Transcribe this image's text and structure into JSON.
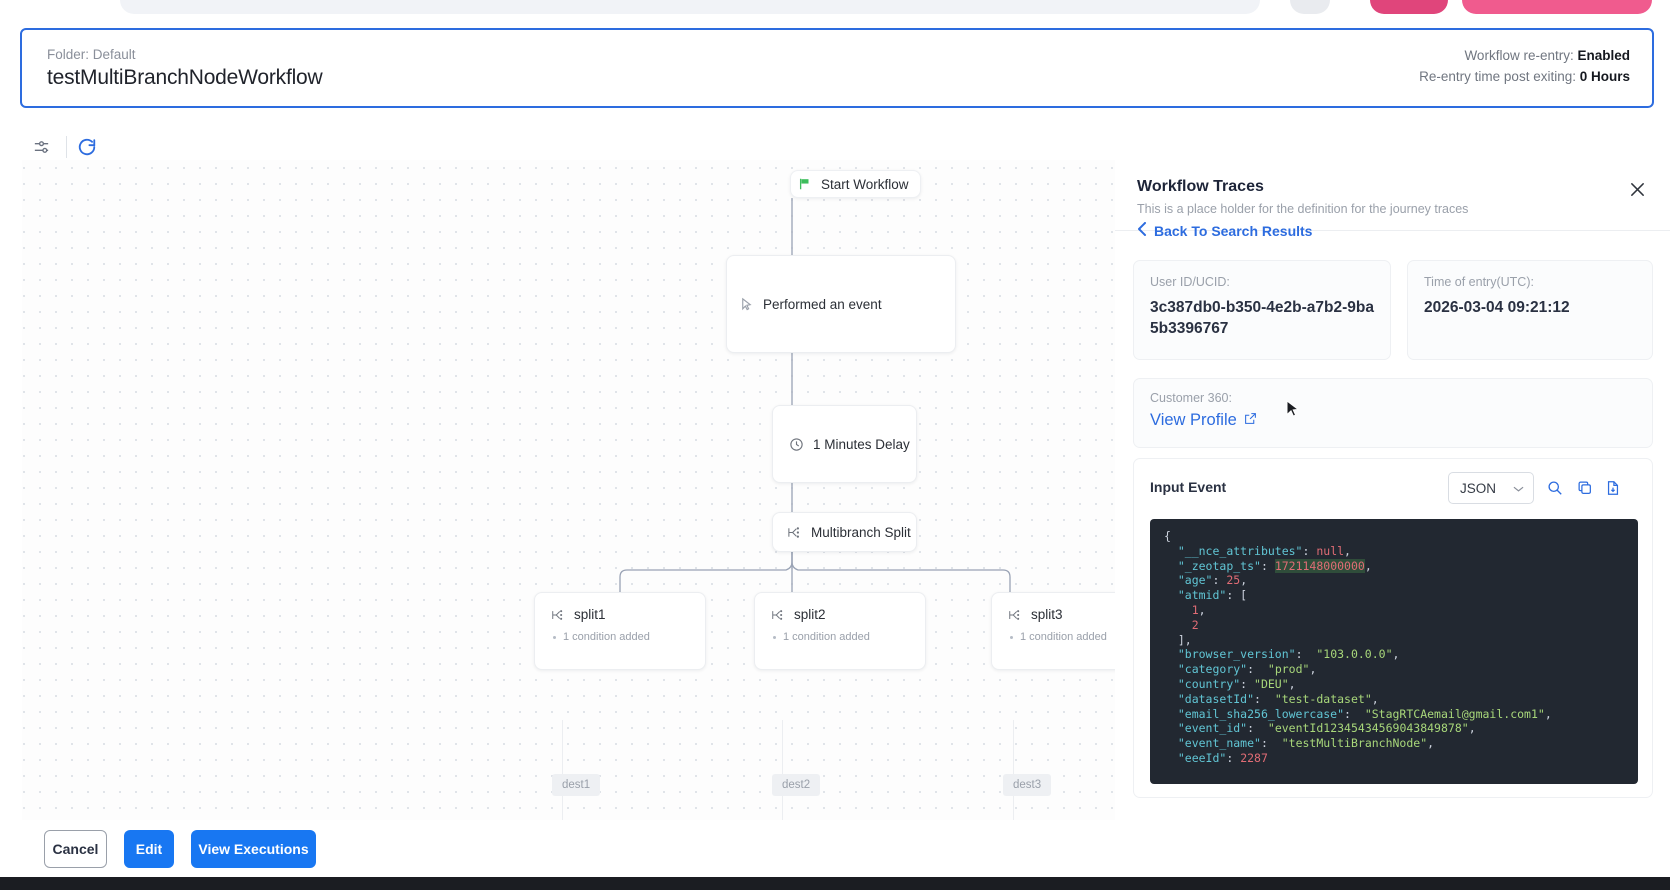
{
  "header": {
    "folder_label": "Folder: Default",
    "workflow_name": "testMultiBranchNodeWorkflow",
    "reentry_label": "Workflow re-entry:",
    "reentry_value": "Enabled",
    "reentry_time_label": "Re-entry time post exiting:",
    "reentry_time_value": "0 Hours"
  },
  "canvas": {
    "nodes": {
      "start": "Start Workflow",
      "event": "Performed an event",
      "delay": "1 Minutes Delay",
      "split": "Multibranch Split",
      "branches": [
        {
          "label": "split1",
          "condition": "1 condition added",
          "dest": "dest1"
        },
        {
          "label": "split2",
          "condition": "1 condition added",
          "dest": "dest2"
        },
        {
          "label": "split3",
          "condition": "1 condition added",
          "dest": "dest3"
        }
      ]
    }
  },
  "panel": {
    "title": "Workflow Traces",
    "subtitle": "This is a place holder for the definition for the journey traces",
    "back_link": "Back To Search Results",
    "user_id_label": "User ID/UCID:",
    "user_id_value": "3c387db0-b350-4e2b-a7b2-9ba5b3396767",
    "time_label": "Time of entry(UTC):",
    "time_value": "2026-03-04 09:21:12",
    "customer360_label": "Customer 360:",
    "view_profile": "View Profile",
    "input_event_title": "Input Event",
    "format_selected": "JSON"
  },
  "input_event_json": [
    {
      "indent": 0,
      "parts": [
        {
          "t": "{",
          "c": "p"
        }
      ]
    },
    {
      "indent": 1,
      "parts": [
        {
          "t": "\"__nce_attributes\"",
          "c": "k"
        },
        {
          "t": ": ",
          "c": "p"
        },
        {
          "t": "null",
          "c": "nl"
        },
        {
          "t": ",",
          "c": "p"
        }
      ]
    },
    {
      "indent": 1,
      "parts": [
        {
          "t": "\"_zeotap_ts\"",
          "c": "k"
        },
        {
          "t": ": ",
          "c": "p"
        },
        {
          "t": "1721148000000",
          "c": "n"
        },
        {
          "t": ",",
          "c": "p"
        }
      ]
    },
    {
      "indent": 1,
      "parts": [
        {
          "t": "\"age\"",
          "c": "k"
        },
        {
          "t": ": ",
          "c": "p"
        },
        {
          "t": "25",
          "c": "n"
        },
        {
          "t": ",",
          "c": "p"
        }
      ]
    },
    {
      "indent": 1,
      "parts": [
        {
          "t": "\"atmid\"",
          "c": "k"
        },
        {
          "t": ": [",
          "c": "p"
        }
      ]
    },
    {
      "indent": 2,
      "parts": [
        {
          "t": "1",
          "c": "n"
        },
        {
          "t": ",",
          "c": "p"
        }
      ]
    },
    {
      "indent": 2,
      "parts": [
        {
          "t": "2",
          "c": "n"
        }
      ]
    },
    {
      "indent": 1,
      "parts": [
        {
          "t": "],",
          "c": "p"
        }
      ]
    },
    {
      "indent": 1,
      "parts": [
        {
          "t": "\"browser_version\"",
          "c": "k"
        },
        {
          "t": ":  ",
          "c": "p"
        },
        {
          "t": "\"103.0.0.0\"",
          "c": "s"
        },
        {
          "t": ",",
          "c": "p"
        }
      ]
    },
    {
      "indent": 1,
      "parts": [
        {
          "t": "\"category\"",
          "c": "k"
        },
        {
          "t": ":  ",
          "c": "p"
        },
        {
          "t": "\"prod\"",
          "c": "s"
        },
        {
          "t": ",",
          "c": "p"
        }
      ]
    },
    {
      "indent": 1,
      "parts": [
        {
          "t": "\"country\"",
          "c": "k"
        },
        {
          "t": ": ",
          "c": "p"
        },
        {
          "t": "\"DEU\"",
          "c": "s"
        },
        {
          "t": ",",
          "c": "p"
        }
      ]
    },
    {
      "indent": 1,
      "parts": [
        {
          "t": "\"datasetId\"",
          "c": "k"
        },
        {
          "t": ":  ",
          "c": "p"
        },
        {
          "t": "\"test-dataset\"",
          "c": "s"
        },
        {
          "t": ",",
          "c": "p"
        }
      ]
    },
    {
      "indent": 1,
      "parts": [
        {
          "t": "\"email_sha256_lowercase\"",
          "c": "k"
        },
        {
          "t": ":  ",
          "c": "p"
        },
        {
          "t": "\"StagRTCAemail@gmail.com1\"",
          "c": "s"
        },
        {
          "t": ",",
          "c": "p"
        }
      ]
    },
    {
      "indent": 1,
      "parts": [
        {
          "t": "\"event_id\"",
          "c": "k"
        },
        {
          "t": ":  ",
          "c": "p"
        },
        {
          "t": "\"eventId12345434569043849878\"",
          "c": "s"
        },
        {
          "t": ",",
          "c": "p"
        }
      ]
    },
    {
      "indent": 1,
      "parts": [
        {
          "t": "\"event_name\"",
          "c": "k"
        },
        {
          "t": ":  ",
          "c": "p"
        },
        {
          "t": "\"testMultiBranchNode\"",
          "c": "s"
        },
        {
          "t": ",",
          "c": "p"
        }
      ]
    },
    {
      "indent": 1,
      "parts": [
        {
          "t": "\"eeeId\"",
          "c": "k"
        },
        {
          "t": ": ",
          "c": "p"
        },
        {
          "t": "2287",
          "c": "n"
        }
      ]
    }
  ],
  "footer": {
    "cancel": "Cancel",
    "edit": "Edit",
    "view_executions": "View Executions"
  },
  "colors": {
    "accent": "#2d6cdf",
    "primary_button": "#1877f2",
    "code_bg": "#222831"
  }
}
